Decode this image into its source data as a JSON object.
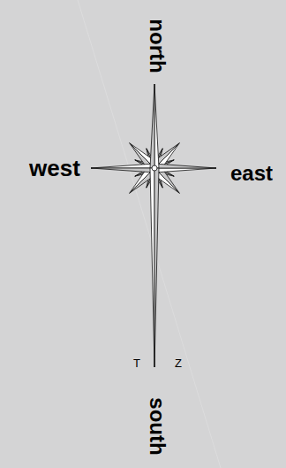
{
  "diagram": {
    "labels": [
      "north",
      "west",
      "east",
      "south",
      "T",
      "Z"
    ]
  }
}
